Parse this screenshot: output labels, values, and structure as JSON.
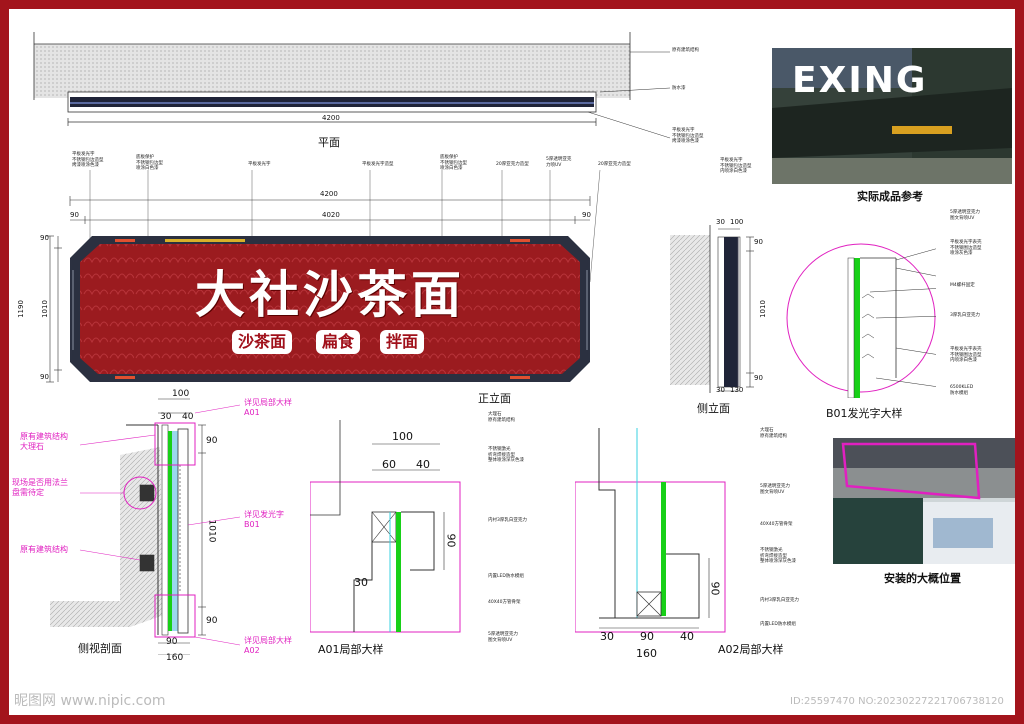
{
  "sign": {
    "title": "大社沙茶面",
    "tags": [
      "沙茶面",
      "扁食",
      "拌面"
    ]
  },
  "plan": {
    "caption": "平面",
    "width_dim": "4200",
    "notes": [
      "原有建筑结构",
      "防水漆",
      "平板发光字\n不锈钢包边造型\n烤漆喷涂色漆",
      "平板发光字\n不锈钢包边造型\n内喷涂白色漆"
    ]
  },
  "front": {
    "caption": "正立面",
    "dims": {
      "total": "4200",
      "inner": "4020",
      "left": "90",
      "right": "90",
      "top": "90",
      "middle": "1010",
      "bottom": "90",
      "height": "1190"
    },
    "notes": [
      "平板发光字\n不锈钢包边造型\n烤漆喷涂色漆",
      "底板保护\n不锈钢包边型\n喷涂白色漆",
      "平板发光字",
      "平板发光字造型",
      "底板保护\n不锈钢包边型\n喷涂白色漆",
      "20厚亚克力造型",
      "5厚透明亚克\n力喷UV",
      "20厚亚克力造型"
    ]
  },
  "side": {
    "caption": "侧立面",
    "dims": {
      "top_a": "30",
      "top_b": "100",
      "d1": "90",
      "d2": "1010",
      "d3": "90",
      "bot_a": "30",
      "bot_b": "130"
    }
  },
  "photos": {
    "product_caption": "实际成品参考",
    "product_text": "EXING",
    "install_caption": "安装的大概位置"
  },
  "b01": {
    "caption": "B01发光字大样",
    "notes": [
      "5厚透明亚克力\n图文背喷UV",
      "平板发光字表壳\n不锈钢围边造型\n喷涂灰色漆",
      "M4螺杆固定",
      "3厚乳白亚克力",
      "平板发光字表壳\n不锈钢围边造型\n内喷涂白色漆",
      "6500KLED\n防水模组"
    ]
  },
  "section": {
    "caption": "侧视剖面",
    "left_notes": [
      "原有建筑结构\n大理石",
      "现场是否用法兰\n盘需待定",
      "原有建筑结构"
    ],
    "right_notes": [
      "详见局部大样\nA01",
      "详见发光字\nB01",
      "详见局部大样\nA02"
    ],
    "dims": {
      "top": "100",
      "a": "30",
      "b": "40",
      "d1": "90",
      "d2": "1010",
      "d3": "90",
      "bot_a": "90",
      "bot_b": "160"
    }
  },
  "a01": {
    "caption": "A01局部大样",
    "dims": {
      "top": "100",
      "a": "60",
      "b": "40",
      "side": "90",
      "low": "30"
    },
    "notes": [
      "大理石\n原有建筑结构",
      "不锈钢激光\n折弯焊接造型\n整体喷涂深灰色漆",
      "内衬3厚乳白亚克力",
      "内置LED防水模组",
      "40X40方管骨架",
      "5厚透明亚克力\n图文背喷UV"
    ]
  },
  "a02": {
    "caption": "A02局部大样",
    "dims": {
      "a": "30",
      "b": "90",
      "c": "40",
      "total": "160",
      "side": "90"
    },
    "notes": [
      "大理石\n原有建筑结构",
      "5厚透明亚克力\n图文背喷UV",
      "40X40方管骨架",
      "不锈钢激光\n折弯焊接造型\n整体喷涂深灰色漆",
      "内衬3厚乳白亚克力",
      "内置LED防水模组"
    ]
  },
  "watermark": {
    "left": "昵图网 www.nipic.com",
    "right": "ID:25597470 NO:20230227221706738120"
  },
  "colors": {
    "border": "#a3141c",
    "sign_red": "#9b1b1f",
    "sign_frame": "#2b3040",
    "magenta": "#e020c0",
    "green": "#18d018"
  }
}
